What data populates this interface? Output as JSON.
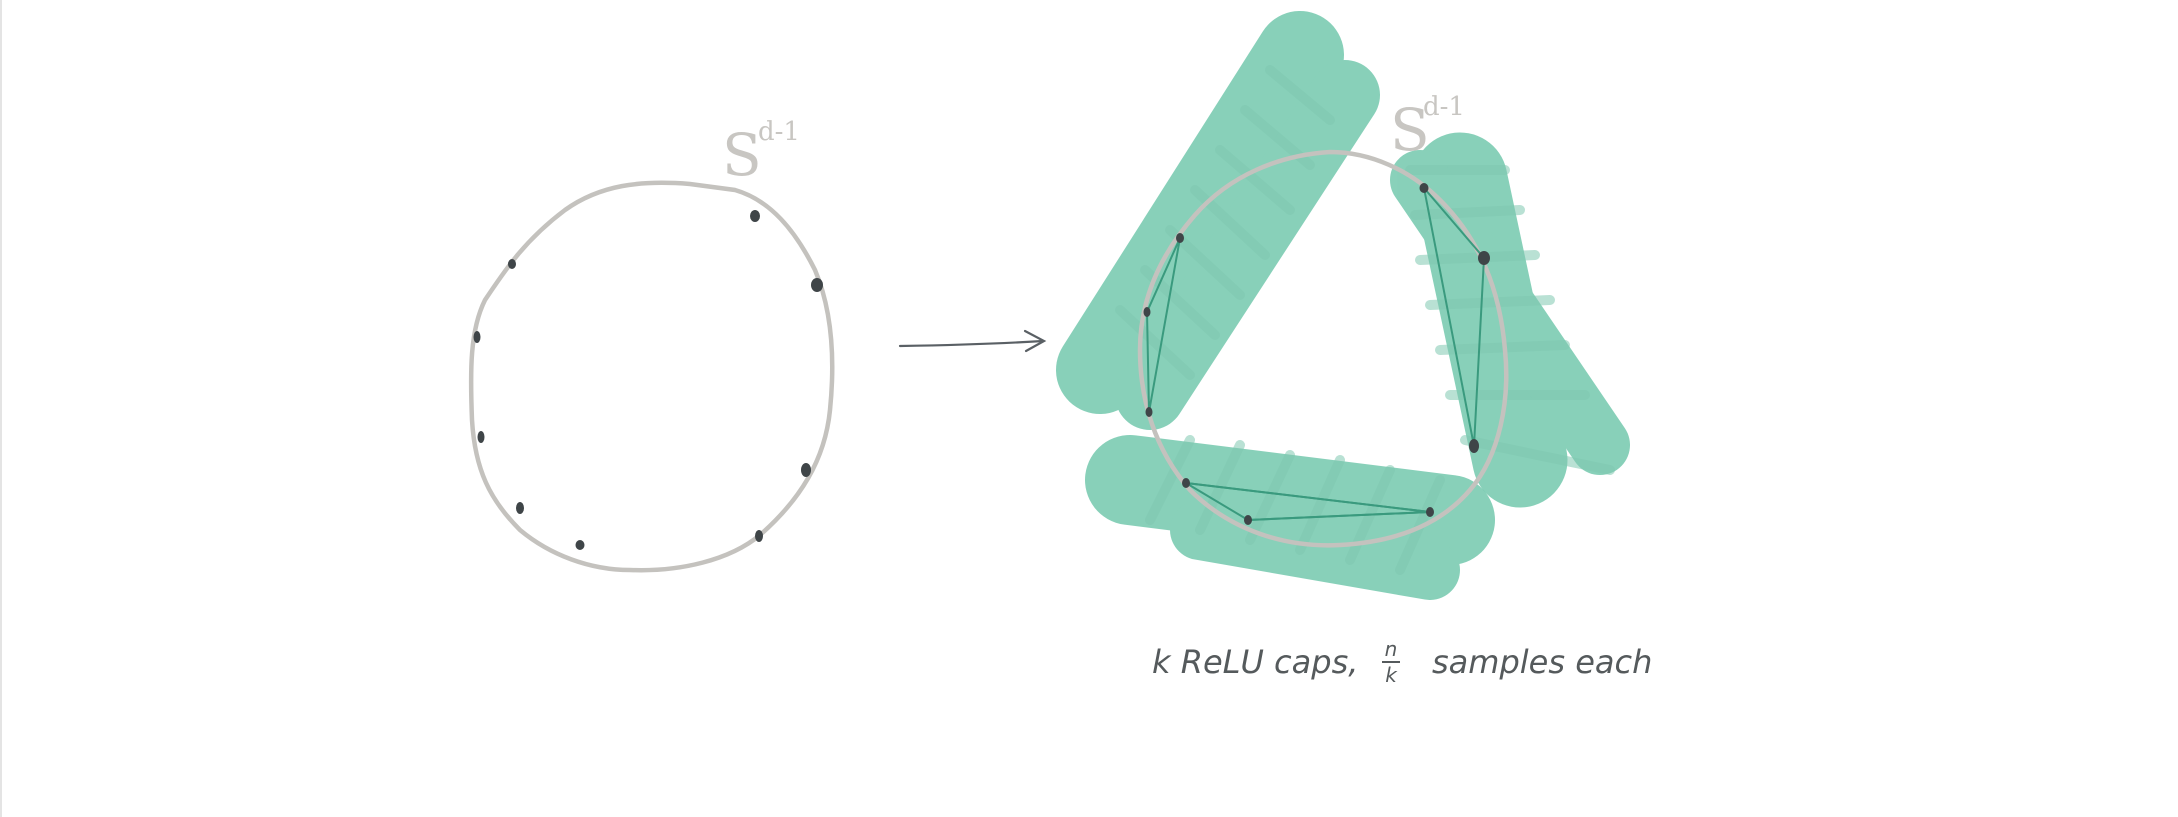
{
  "left_panel": {
    "sphere_label_base": "S",
    "sphere_label_exponent": "d-1"
  },
  "right_panel": {
    "sphere_label_base": "S",
    "sphere_label_exponent": "d-1",
    "caption": {
      "part1": "k  ReLU caps,",
      "fraction_numerator": "n",
      "fraction_denominator": "k",
      "part2": "samples each"
    }
  },
  "colors": {
    "sphere": "#c4c2be",
    "points": "#3f4548",
    "cap_fill": "#5bbf9f",
    "cap_edge": "#3a9a7e",
    "arrow": "#5a6065"
  }
}
